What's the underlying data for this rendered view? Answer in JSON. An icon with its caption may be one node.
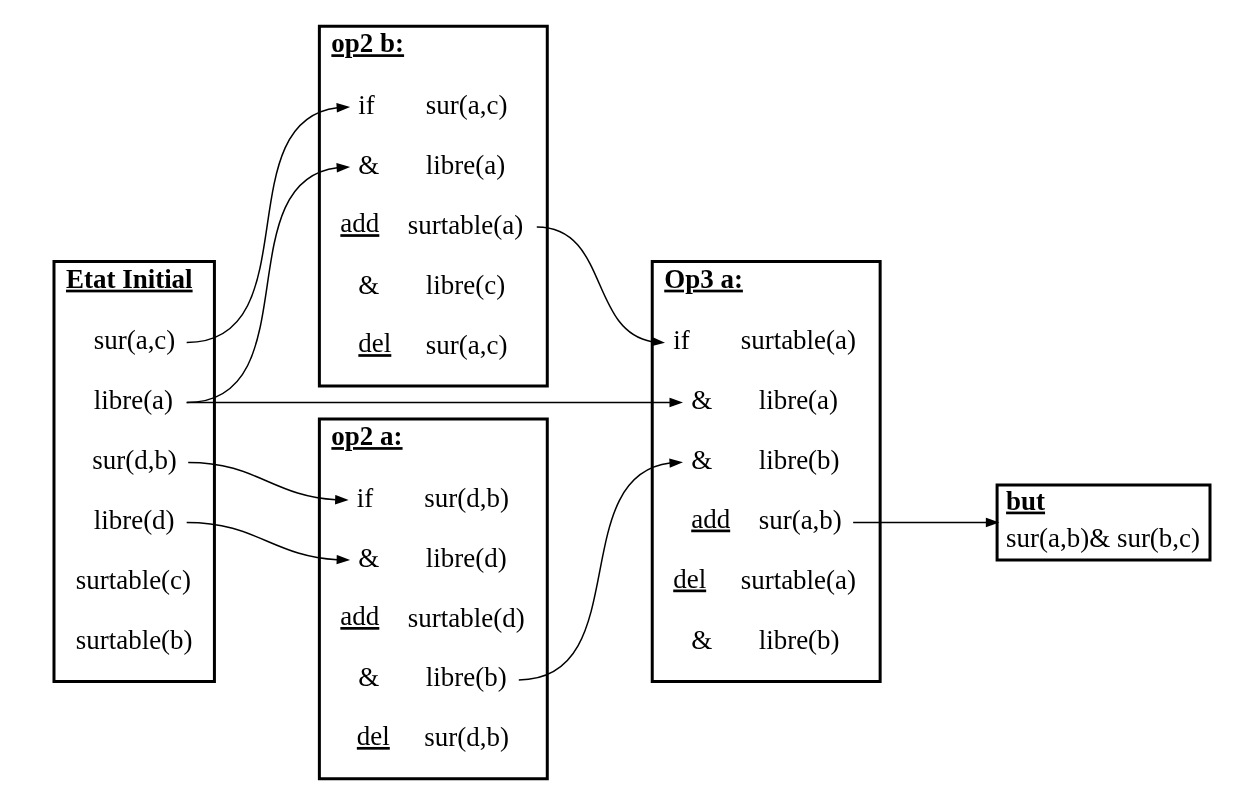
{
  "diagram": {
    "nodes": [
      {
        "text": [
          "Etat Initial"
        ]
      },
      {
        "text": [
          "sur(a,c)"
        ],
        "in": 0
      },
      {
        "text": [
          "libre(a)"
        ],
        "in": 0
      },
      {
        "text": [
          "sur(d,b)"
        ],
        "in": 0
      },
      {
        "text": [
          "libre(d)"
        ],
        "in": 0
      },
      {
        "text": [
          "surtable(c)"
        ],
        "in": 0
      },
      {
        "text": [
          "surtable(b)"
        ],
        "in": 0
      },
      {
        "text": [
          "op2 a:"
        ]
      },
      {
        "text": [
          "if",
          "sur(d,b)"
        ],
        "in": 7
      },
      {
        "text": [
          "&",
          "libre(d)"
        ],
        "in": 7
      },
      {
        "text": [
          "add",
          "surtable(d)"
        ],
        "in": 7
      },
      {
        "text": [
          "&",
          "libre(b)"
        ],
        "in": 7
      },
      {
        "text": [
          "del",
          "sur(d,b)"
        ],
        "in": 7
      },
      {
        "text": [
          "op2 b:"
        ]
      },
      {
        "text": [
          "if",
          "sur(a,c)"
        ],
        "in": 13
      },
      {
        "text": [
          "&",
          "libre(a)"
        ],
        "in": 13
      },
      {
        "text": [
          "add",
          "surtable(a)"
        ],
        "in": 13
      },
      {
        "text": [
          "&",
          "libre(c)"
        ],
        "in": 13
      },
      {
        "text": [
          "del",
          "sur(a,c)"
        ],
        "in": 13
      },
      {
        "text": [
          "Op3 a:"
        ]
      },
      {
        "text": [
          "if",
          "surtable(a)"
        ],
        "in": 19
      },
      {
        "text": [
          "&",
          "libre(a)"
        ],
        "in": 19
      },
      {
        "text": [
          "&",
          "libre(b)"
        ],
        "in": 19
      },
      {
        "text": [
          "add",
          "sur(a,b)"
        ],
        "in": 19
      },
      {
        "text": [
          "del",
          "surtable(a)"
        ],
        "in": 19
      },
      {
        "text": [
          "&",
          "libre(b)"
        ],
        "in": 19
      },
      {
        "text": [
          "but",
          "sur(a,b)& sur(b,c)"
        ]
      }
    ],
    "edges": [
      {
        "from": 1,
        "to": 14,
        "arrow": "to"
      },
      {
        "from": 2,
        "to": 21,
        "arrow": "to"
      },
      {
        "from": 2,
        "to": 15,
        "arrow": "to"
      },
      {
        "from": 3,
        "to": 8,
        "arrow": "to"
      },
      {
        "from": 4,
        "to": 9,
        "arrow": "to"
      },
      {
        "from": 11,
        "to": 22,
        "arrow": "to"
      },
      {
        "from": 16,
        "to": 20,
        "arrow": "to"
      },
      {
        "from": 23,
        "to": 26,
        "arrow": "to"
      }
    ]
  }
}
